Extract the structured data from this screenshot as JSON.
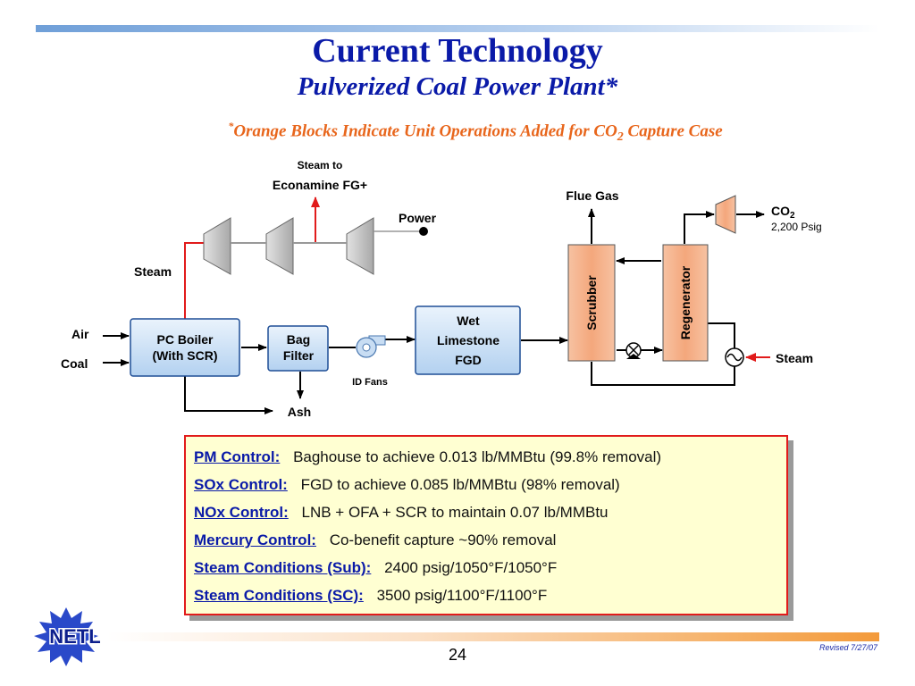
{
  "header": {
    "title": "Current Technology",
    "subtitle": "Pulverized Coal Power Plant*",
    "note_star": "*",
    "note_main": "Orange Blocks Indicate Unit Operations Added for CO",
    "note_sub": "2",
    "note_tail": " Capture Case"
  },
  "diagram": {
    "steam_to_line1": "Steam to",
    "steam_to_line2": "Econamine FG+",
    "power": "Power",
    "steam_left": "Steam",
    "air": "Air",
    "coal": "Coal",
    "boiler_line1": "PC Boiler",
    "boiler_line2": "(With SCR)",
    "bag_line1": "Bag",
    "bag_line2": "Filter",
    "ash": "Ash",
    "id_fans": "ID Fans",
    "fgd_line1": "Wet",
    "fgd_line2": "Limestone",
    "fgd_line3": "FGD",
    "flue_gas": "Flue Gas",
    "scrubber": "Scrubber",
    "regenerator": "Regenerator",
    "co2": "CO",
    "co2_sub": "2",
    "co2_pressure": "2,200 Psig",
    "steam_right": "Steam"
  },
  "controls": [
    {
      "key": "PM Control:",
      "value": "Baghouse to achieve 0.013 lb/MMBtu (99.8% removal)"
    },
    {
      "key": "SOx Control:",
      "value": "FGD to achieve 0.085 lb/MMBtu (98% removal)"
    },
    {
      "key": "NOx Control:",
      "value": "LNB + OFA + SCR to maintain 0.07 lb/MMBtu"
    },
    {
      "key": "Mercury Control:",
      "value": "Co-benefit capture ~90% removal"
    },
    {
      "key": "Steam Conditions (Sub):",
      "value": "2400 psig/1050°F/1050°F"
    },
    {
      "key": "Steam Conditions (SC):",
      "value": "3500 psig/1100°F/1100°F"
    }
  ],
  "footer": {
    "logo_text": "NETL",
    "page_number": "24",
    "revised": "Revised 7/27/07"
  },
  "colors": {
    "title_blue": "#0a1aa8",
    "accent_orange": "#e8661c",
    "steam_red": "#e11b1b",
    "unit_blue": "#cfe2f6",
    "unit_orange": "#f4a77c"
  }
}
